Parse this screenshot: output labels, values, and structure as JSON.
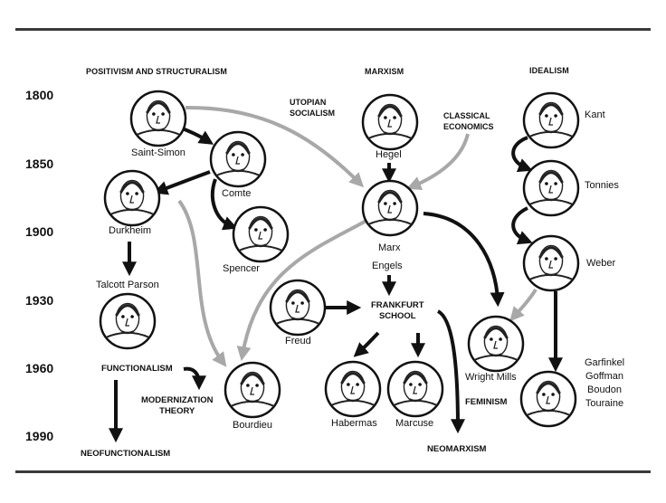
{
  "headers": {
    "positivism": "POSITIVISM AND STRUCTURALISM",
    "marxism": "MARXISM",
    "idealism": "IDEALISM",
    "utopian": "UTOPIAN\nSOCIALISM",
    "classical": "CLASSICAL\nECONOMICS"
  },
  "years": [
    "1800",
    "1850",
    "1900",
    "1930",
    "1960",
    "1990"
  ],
  "people": {
    "saint_simon": "Saint-Simon",
    "comte": "Comte",
    "durkheim": "Durkheim",
    "spencer": "Spencer",
    "talcott": "Talcott Parson",
    "bourdieu": "Bourdieu",
    "hegel": "Hegel",
    "marx": "Marx",
    "engels": "Engels",
    "freud": "Freud",
    "habermas": "Habermas",
    "marcuse": "Marcuse",
    "kant": "Kant",
    "tonnies": "Tonnies",
    "weber": "Weber",
    "wright_mills": "Wright Mills",
    "garfinkel_group": "Garfinkel\nGoffman\nBoudon\nTouraine"
  },
  "movements": {
    "functionalism": "FUNCTIONALISM",
    "modernization": "MODERNIZATION\nTHEORY",
    "neofunctionalism": "NEOFUNCTIONALISM",
    "frankfurt": "FRANKFURT\nSCHOOL",
    "neomarxism": "NEOMARXISM",
    "feminism": "FEMINISM"
  },
  "colors": {
    "arrow_black": "#111111",
    "arrow_gray": "#a8a8a8",
    "rule": "#3a3a3a"
  }
}
